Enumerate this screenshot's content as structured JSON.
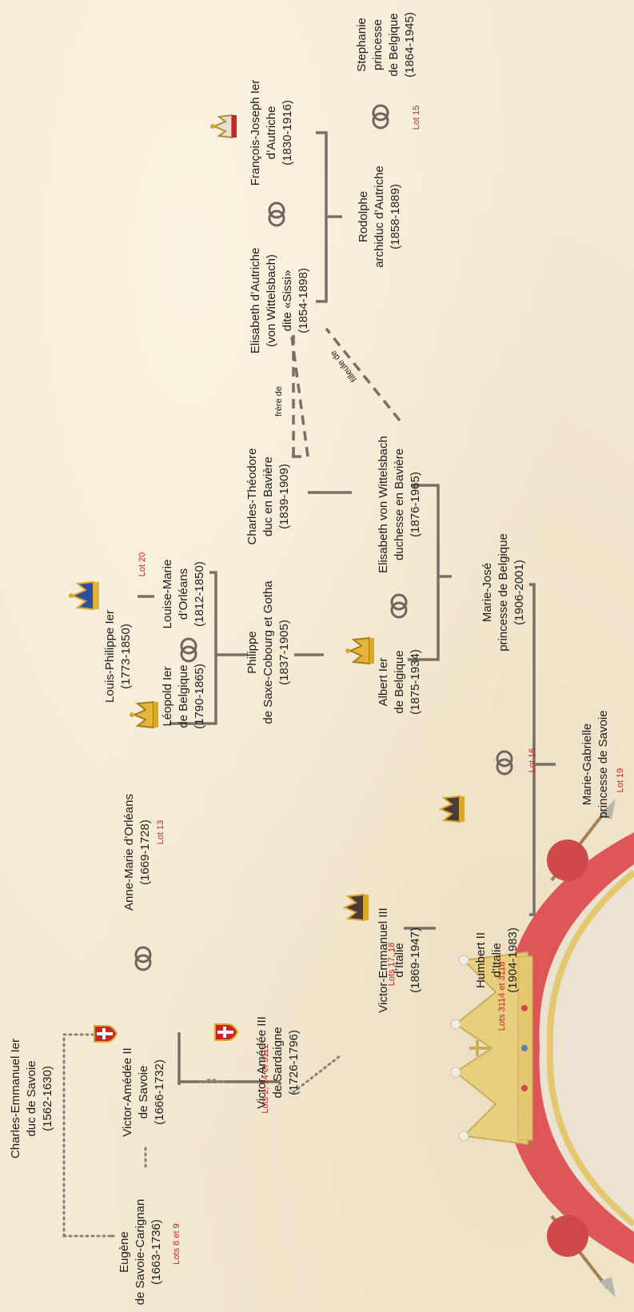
{
  "people": {
    "charles_emmanuel": [
      "Charles-Emmanuel Ier",
      "duc de Savoie",
      "(1562-1630)"
    ],
    "eugene": [
      "Eugène",
      "de Savoie-Carignan",
      "(1663-1736)"
    ],
    "victor_amedee_ii": [
      "Victor-Amédée II",
      "de Savoie",
      "(1666-1732)"
    ],
    "anne_marie": [
      "Anne-Marie d’Orléans",
      "(1669-1728)"
    ],
    "victor_amedee_iii": [
      "Victor-Amédée III",
      "de Sardaigne",
      "(1726-1796)"
    ],
    "victor_emmanuel_iii": [
      "Victor-Emmanuel III",
      "d’Italie",
      "(1869-1947)"
    ],
    "humbert_ii": [
      "Humbert II",
      "d’Italie",
      "(1904-1983)"
    ],
    "marie_gabrielle": [
      "Marie-Gabrielle",
      "princesse de Savoie"
    ],
    "leopold": [
      "Léopold Ier",
      "de Belgique",
      "(1790-1865)"
    ],
    "louis_philippe": [
      "Louis-Philippe Ier",
      "(1773-1850)"
    ],
    "louise_marie": [
      "Louise-Marie",
      "d’Orléans",
      "(1812-1850)"
    ],
    "philippe": [
      "Philippe",
      "de Saxe-Cobourg et Gotha",
      "(1837-1905)"
    ],
    "albert": [
      "Albert Ier",
      "de Belgique",
      "(1875-1934)"
    ],
    "elisabeth_w": [
      "Elisabeth von Wittelsbach",
      "duchesse en Bavière",
      "(1876-1965)"
    ],
    "marie_jose": [
      "Marie-José",
      "princesse de Belgique",
      "(1906-2001)"
    ],
    "charles_theodore": [
      "Charles-Théodore",
      "duc en Bavière",
      "(1839-1909)"
    ],
    "sissi": [
      "Elisabeth d’Autriche",
      "(von Wittelsbach)",
      "dite «Sissi»",
      "(1854-1898)"
    ],
    "franz_joseph": [
      "François-Joseph Ier",
      "d’Autriche",
      "(1830-1916)"
    ],
    "rodolphe": [
      "Rodolphe",
      "archiduc d’Autriche",
      "(1858-1889)"
    ],
    "stephanie": [
      "Stephanie",
      "princesse",
      "de Belgique",
      "(1864-1945)"
    ]
  },
  "lots": {
    "eugene": "Lots 8 et 9",
    "anne_marie": "Lot 13",
    "victor_amedee_iii": "Lots 2, 14 et 3112",
    "victor_emmanuel_iii": "Lots 17, 18",
    "humbert_ii": "Lots 3114 et 3116",
    "marriage_humbert": "Lot 16",
    "marie_gabrielle": "Lot 19",
    "louis_philippe": "Lot 20",
    "marriage_rodolphe": "Lot 15"
  },
  "notes": {
    "frere_de": "frère de",
    "filleule_de": "filleule de"
  },
  "colors": {
    "background": "#f4ead3",
    "line": "#777067",
    "lot_text": "#c8242b",
    "crown_gold": "#d9a826",
    "savoy_red": "#c8242b",
    "mantle_red": "#d8353a"
  },
  "icons": [
    "savoy-cross-icon",
    "crown-icon",
    "marriage-rings-icon",
    "royal-crown-mantle-icon"
  ]
}
